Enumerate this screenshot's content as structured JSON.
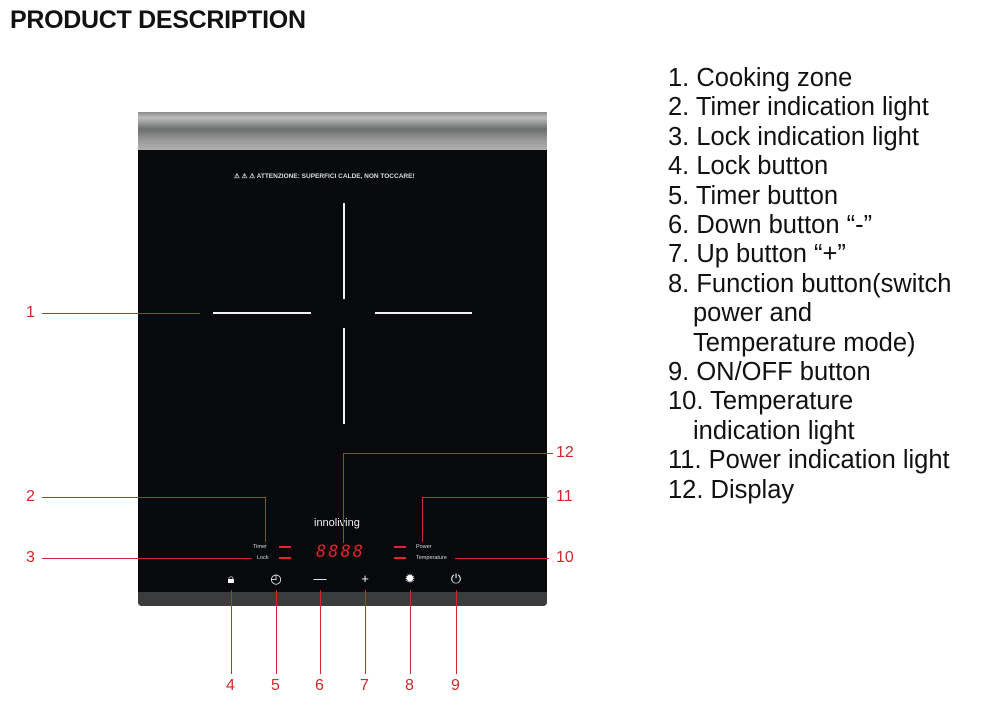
{
  "title": "PRODUCT DESCRIPTION",
  "cooktop": {
    "warning": "⚠ ⚠ ⚠ ATTENZIONE: SUPERFICI CALDE, NON TOCCARE!",
    "brand": "innoliving",
    "timer": "Timer",
    "lock": "Lock",
    "power": "Power",
    "temperature": "Temperature",
    "display": "8888",
    "icons": [
      "lock-icon",
      "timer-icon",
      "minus-icon",
      "plus-icon",
      "function-icon",
      "power-icon"
    ]
  },
  "callouts": {
    "c1": "1",
    "c2": "2",
    "c3": "3",
    "c4": "4",
    "c5": "5",
    "c6": "6",
    "c7": "7",
    "c8": "8",
    "c9": "9",
    "c10": "10",
    "c11": "11",
    "c12": "12"
  },
  "list": [
    "1. Cooking zone",
    "2. Timer indication light",
    "3. Lock indication light",
    "4. Lock button",
    "5. Timer button",
    "6. Down button “-”",
    "7. Up button “+”",
    "8. Function button(switch",
    "power and",
    "Temperature mode)",
    "9. ON/OFF button",
    "10. Temperature",
    "indication light",
    "11. Power indication light",
    "12. Display"
  ],
  "colors": {
    "callout": "#d0282b",
    "led": "#e0262a"
  }
}
